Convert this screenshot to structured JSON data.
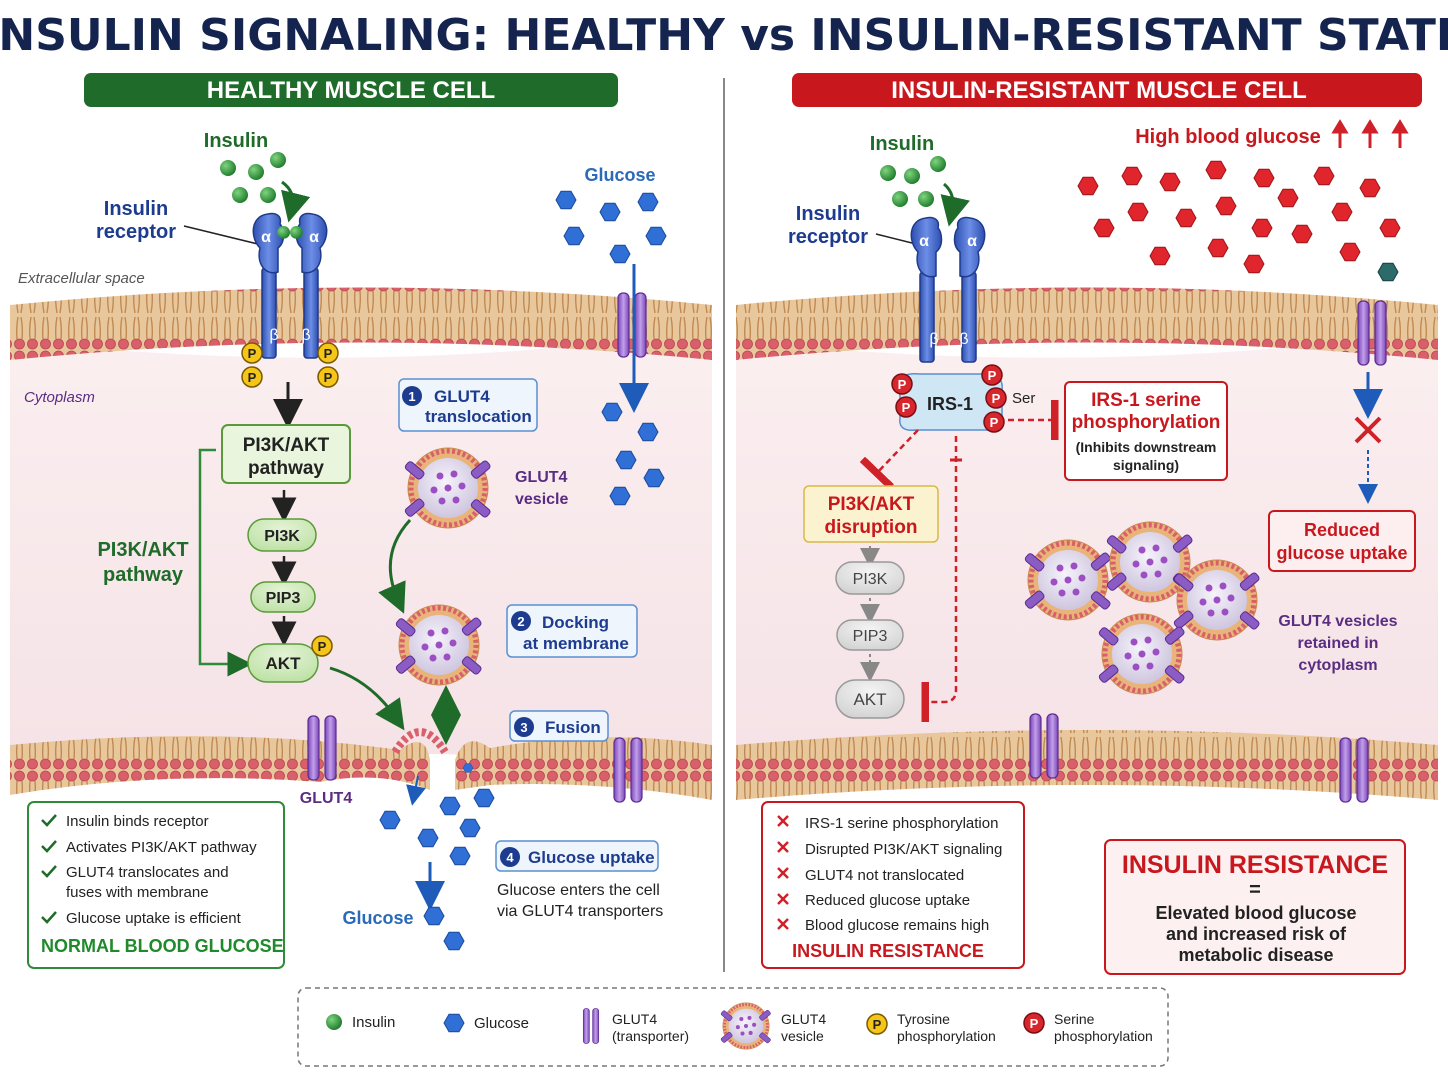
{
  "title": "INSULIN SIGNALING: HEALTHY vs INSULIN-RESISTANT STATE",
  "healthy": {
    "banner": "HEALTHY MUSCLE CELL",
    "insulin_label": "Insulin",
    "receptor_label_1": "Insulin",
    "receptor_label_2": "receptor",
    "alpha": "α",
    "beta": "β",
    "phos_letter": "P",
    "extracellular": "Extracellular space",
    "cytoplasm": "Cytoplasm",
    "glucose_label": "Glucose",
    "pathway_box_1": "PI3K/AKT",
    "pathway_box_2": "pathway",
    "side_label_1": "PI3K/AKT",
    "side_label_2": "pathway",
    "pi3k": "PI3K",
    "pip3": "PIP3",
    "akt": "AKT",
    "step1_num": "1",
    "step1_1": "GLUT4",
    "step1_2": "translocation",
    "vesicle_label_1": "GLUT4",
    "vesicle_label_2": "vesicle",
    "step2_num": "2",
    "step2_1": "Docking",
    "step2_2": "at membrane",
    "step3_num": "3",
    "step3": "Fusion",
    "step4_num": "4",
    "step4": "Glucose uptake",
    "step4_desc_1": "Glucose enters the cell",
    "step4_desc_2": "via GLUT4 transporters",
    "glut4_label": "GLUT4",
    "bottom_glucose": "Glucose",
    "summary": {
      "items": [
        "Insulin binds receptor",
        "Activates PI3K/AKT pathway",
        "GLUT4 translocates and",
        "fuses with membrane",
        "Glucose uptake is efficient"
      ],
      "conclusion": "NORMAL BLOOD GLUCOSE"
    }
  },
  "resistant": {
    "banner": "INSULIN-RESISTANT MUSCLE CELL",
    "insulin_label": "Insulin",
    "receptor_label_1": "Insulin",
    "receptor_label_2": "receptor",
    "high_glucose": "High blood glucose",
    "irs1": "IRS-1",
    "ser": "Ser",
    "irs_box_1": "IRS-1 serine",
    "irs_box_2": "phosphorylation",
    "irs_box_3": "(Inhibits downstream",
    "irs_box_4": "signaling)",
    "disruption_1": "PI3K/AKT",
    "disruption_2": "disruption",
    "pi3k": "PI3K",
    "pip3": "PIP3",
    "akt": "AKT",
    "reduced_1": "Reduced",
    "reduced_2": "glucose uptake",
    "retained_1": "GLUT4 vesicles",
    "retained_2": "retained in",
    "retained_3": "cytoplasm",
    "summary": {
      "items": [
        "IRS-1 serine phosphorylation",
        "Disrupted PI3K/AKT signaling",
        "GLUT4 not translocated",
        "Reduced glucose uptake",
        "Blood glucose remains high"
      ],
      "conclusion": "INSULIN RESISTANCE"
    },
    "result": {
      "title": "INSULIN RESISTANCE",
      "equals": "=",
      "line1": "Elevated blood glucose",
      "line2": "and increased risk of",
      "line3": "metabolic disease"
    }
  },
  "legend": {
    "insulin": "Insulin",
    "glucose": "Glucose",
    "glut4_1": "GLUT4",
    "glut4_2": "(transporter)",
    "vesicle_1": "GLUT4",
    "vesicle_2": "vesicle",
    "tyr_1": "Tyrosine",
    "tyr_2": "phosphorylation",
    "ser_1": "Serine",
    "ser_2": "phosphorylation"
  },
  "colors": {
    "healthy_green": "#1f6b2a",
    "resistant_red": "#c8181e",
    "receptor_blue": "#3a5fc4",
    "glucose_blue": "#2f6fd6",
    "glut4_purple": "#8a5cc4",
    "insulin_green": "#2f9a3a",
    "high_glucose_red": "#e0262c"
  },
  "icons": [
    "insulin-dot-icon",
    "glucose-hexagon-icon",
    "glucose-red-hexagon-icon",
    "glut4-transporter-icon",
    "glut4-vesicle-icon",
    "tyrosine-phosphate-icon",
    "serine-phosphate-icon",
    "check-icon",
    "cross-icon",
    "up-arrow-icon",
    "inhibit-arrow-icon"
  ]
}
